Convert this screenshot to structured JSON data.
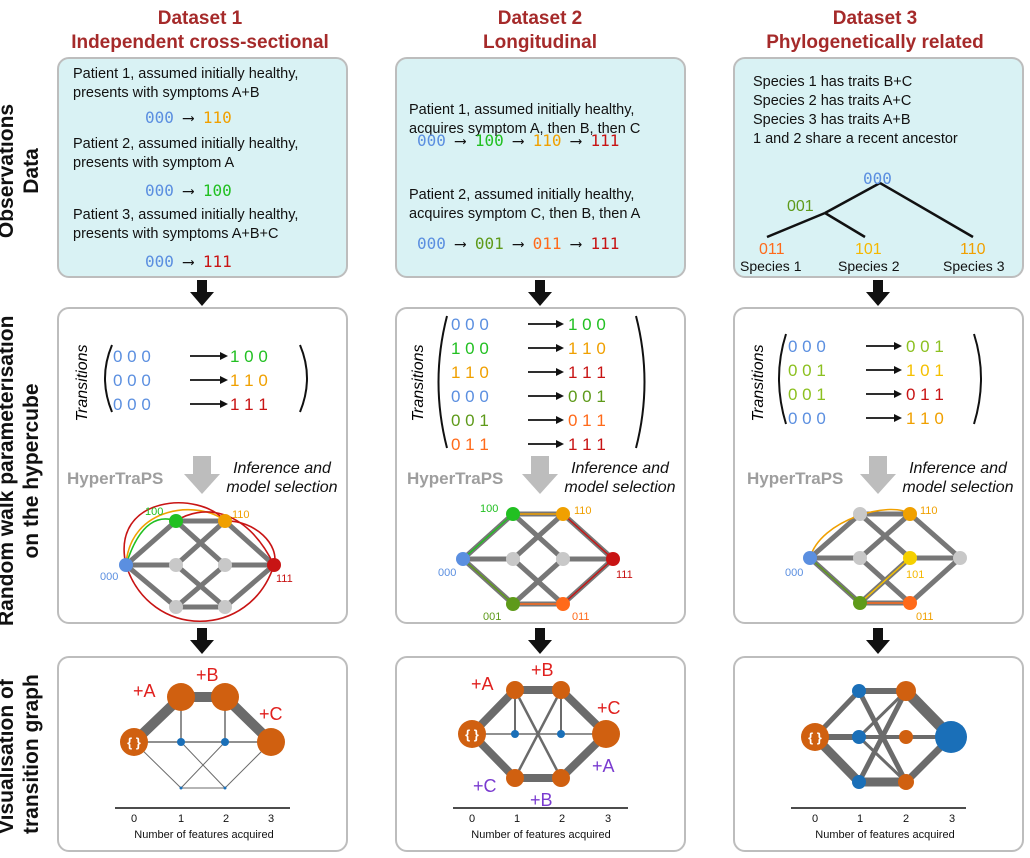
{
  "colors": {
    "blue": "#5b8fe0",
    "green": "#22c022",
    "orange": "#f0a000",
    "red": "#c81414",
    "olive": "#5e9a1a",
    "darkorange": "#ff6a1a",
    "yellow": "#f5d000",
    "brown_node": "#d06010",
    "blue_node": "#1a6fb8",
    "title": "#a52a2a",
    "purple": "#7a3bd0",
    "plusred": "#e0201e"
  },
  "columns": [
    {
      "title_line1": "Dataset 1",
      "title_line2": "Independent cross-sectional"
    },
    {
      "title_line1": "Dataset 2",
      "title_line2": "Longitudinal"
    },
    {
      "title_line1": "Dataset 3",
      "title_line2": "Phylogenetically related"
    }
  ],
  "row_labels": {
    "observations": [
      "Observations",
      "Data"
    ],
    "random_walk": [
      "Random walk parameterisation",
      "on the hypercube"
    ],
    "visualisation": [
      "Visualisation of",
      "transition graph"
    ]
  },
  "obs1": {
    "p1_l1": "Patient 1, assumed initially healthy,",
    "p1_l2": "presents with symptoms A+B",
    "p2_l1": "Patient 2, assumed initially healthy,",
    "p2_l2": "presents with symptom A",
    "p3_l1": "Patient 3, assumed initially healthy,",
    "p3_l2": "presents with symptoms A+B+C",
    "c1a": "000",
    "c1b": "110",
    "c2a": "000",
    "c2b": "100",
    "c3a": "000",
    "c3b": "111"
  },
  "obs2": {
    "p1_l1": "Patient 1, assumed initially healthy,",
    "p1_l2": "acquires symptom A, then B, then C",
    "p2_l1": "Patient 2, assumed initially healthy,",
    "p2_l2": "acquires symptom C, then B, then A",
    "s1": [
      "000",
      "100",
      "110",
      "111"
    ],
    "s2": [
      "000",
      "001",
      "011",
      "111"
    ]
  },
  "obs3": {
    "l1": "Species 1 has traits B+C",
    "l2": "Species 2 has traits A+C",
    "l3": "Species 3 has traits A+B",
    "l4": "1 and 2 share a recent ancestor",
    "root": "000",
    "anc": "001",
    "leaf1": "011",
    "leaf2": "101",
    "leaf3": "110",
    "sp1": "Species 1",
    "sp2": "Species 2",
    "sp3": "Species 3"
  },
  "transitions_label": "Transitions",
  "hypertraps": "HyperTraPS",
  "inference_l1": "Inference and",
  "inference_l2": "model selection",
  "graph_labels": {
    "n000": "000",
    "n100": "100",
    "n110": "110",
    "n111": "111",
    "n001": "001",
    "n011": "011",
    "n101": "101"
  },
  "vis": {
    "root_label": "{ }",
    "plusA": "+A",
    "plusB": "+B",
    "plusC": "+C",
    "axis_label": "Number of features acquired",
    "ticks": [
      "0",
      "1",
      "2",
      "3"
    ]
  }
}
